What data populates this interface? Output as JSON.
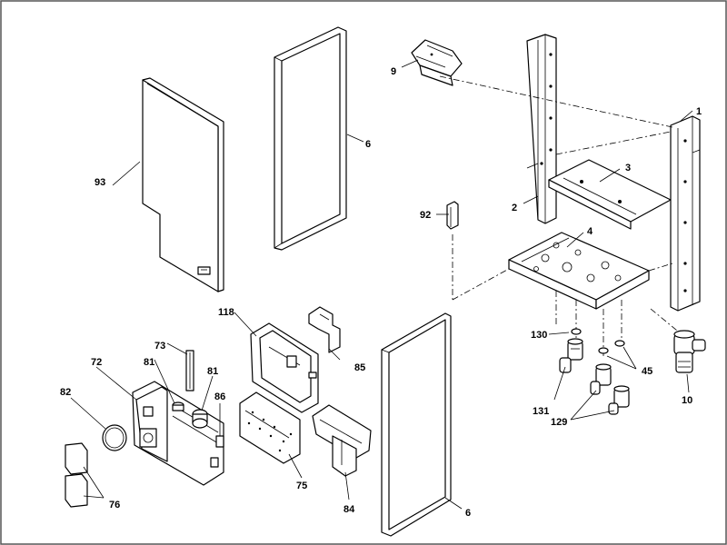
{
  "diagram": {
    "border_color": "#555555",
    "line_color": "#000000",
    "labels": {
      "l1": "1",
      "l2": "2",
      "l3": "3",
      "l4": "4",
      "l6a": "6",
      "l6b": "6",
      "l9": "9",
      "l10": "10",
      "l45": "45",
      "l72": "72",
      "l73": "73",
      "l75": "75",
      "l76": "76",
      "l81a": "81",
      "l81b": "81",
      "l82": "82",
      "l84": "84",
      "l85": "85",
      "l86": "86",
      "l92": "92",
      "l93": "93",
      "l118": "118",
      "l129": "129",
      "l130": "130",
      "l131": "131"
    }
  }
}
